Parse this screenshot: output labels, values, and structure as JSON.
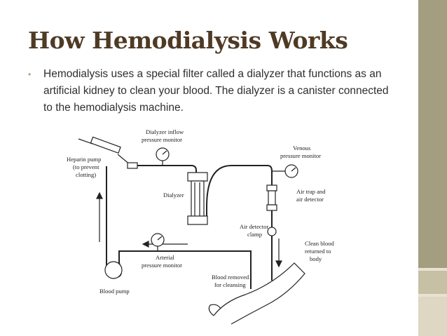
{
  "slide": {
    "title": "How Hemodialysis Works",
    "bullet_text": "Hemodialysis uses a special filter called a dialyzer that functions as an artificial kidney to clean your blood. The dialyzer is a canister connected to the hemodialysis machine."
  },
  "diagram": {
    "labels": {
      "dialyzer_inflow": [
        "Dialyzer inflow",
        "pressure monitor"
      ],
      "heparin_pump": [
        "Heparin pump",
        "(to prevent",
        "clotting)"
      ],
      "venous": [
        "Venous",
        "pressure monitor"
      ],
      "dialyzer": "Dialyzer",
      "air_trap": [
        "Air trap and",
        "air detector"
      ],
      "air_detector_clamp": [
        "Air detector",
        "clamp"
      ],
      "clean_blood": [
        "Clean blood",
        "returned to",
        "body"
      ],
      "arterial": [
        "Arterial",
        "pressure monitor"
      ],
      "blood_removed": [
        "Blood removed",
        "for cleansing"
      ],
      "blood_pump": "Blood pump"
    }
  },
  "colors": {
    "title": "#4f3a25",
    "sidebar_dark": "#a39e7f",
    "sidebar_mid": "#c6c0a4",
    "sidebar_light": "#ddd7c3"
  }
}
